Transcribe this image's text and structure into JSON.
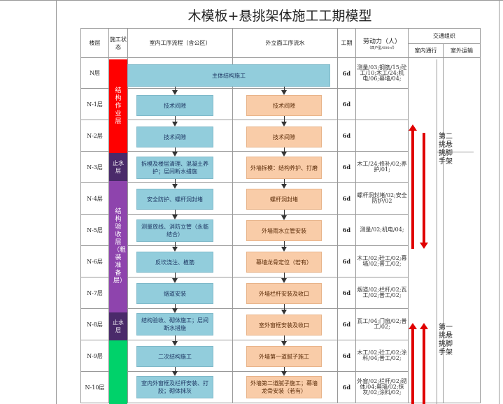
{
  "title": "木模板+悬挑架体施工工期模型",
  "header": {
    "floor": "楼层",
    "status": "施工状态",
    "indoor": "室内工序流程（含公区）",
    "outdoor": "外立面工序流水",
    "period": "工期",
    "labor": "劳动力（人）",
    "labor_sub": "（四户型/600㎡）",
    "traffic": "交通组织",
    "traffic_in": "室内通行",
    "traffic_out": "室外运输"
  },
  "rows": [
    {
      "floor": "N层",
      "period": "6d",
      "labor": "测量/03;钢筋/15;砼工/10;木工/24;机电/06;幕墙/04;"
    },
    {
      "floor": "N-1层",
      "period": "6d",
      "labor": ""
    },
    {
      "floor": "N-2层",
      "period": "6d",
      "labor": ""
    },
    {
      "floor": "N-3层",
      "period": "6d",
      "labor": "木工/24;修补/02;养护/01;"
    },
    {
      "floor": "N-4层",
      "period": "6d",
      "labor": "螺杆洞封堵/02;安全防护/02"
    },
    {
      "floor": "N-5层",
      "period": "6d",
      "labor": "测量/02;机电/04;"
    },
    {
      "floor": "N-6层",
      "period": "6d",
      "labor": "木工/02;砼工/02;幕墙/02;普工/02;"
    },
    {
      "floor": "N-7层",
      "period": "6d",
      "labor": "烟道/02;栏杆/02;瓦工/02;普工/02;"
    },
    {
      "floor": "N-8层",
      "period": "6d",
      "labor": "瓦工/04;门窗/02;普工/02;"
    },
    {
      "floor": "N-9层",
      "period": "6d",
      "labor": "木工/02;砼工/02;涂料/04;普工/02;"
    },
    {
      "floor": "N-10层",
      "period": "6d",
      "labor": "外窗/02;栏杆/02;砌体/04;幕墙/02;抹灰/02;涂料/02;"
    }
  ],
  "stages": {
    "s1": "结构作业层",
    "w1": "止水层",
    "s2": "结构验收层（粗装准备层）",
    "w2": "止水层"
  },
  "main_task": "主体结构施工",
  "indoor_tasks": [
    "技术间隙",
    "技术间隙",
    "拆模及楼层清理、混凝土养护；层间断水措施",
    "安全防护、螺杆洞封堵",
    "测量放线、消防立管（永临结合）",
    "反坎浇注、植筋",
    "烟道安装",
    "结构验收、砌体施工；层间断水措施",
    "二次结构施工",
    "室内外窗框及栏杆安装、打胶；砌体抹灰"
  ],
  "outdoor_tasks": [
    "技术间隙",
    "技术间隙",
    "外墙拆模：结构养护、打磨",
    "螺杆洞封堵",
    "外墙雨水立管安装",
    "幕墙龙骨定位（若有）",
    "外墙栏杆安装及收口",
    "室外窗框安装及收口",
    "外墙第一道腻子施工",
    "外墙第二道腻子施工；幕墙龙骨安装（若有）"
  ],
  "scaffold": {
    "second": "第二挑悬挑脚手架",
    "first": "第一挑悬挑脚手架"
  },
  "colors": {
    "red": "#ff0000",
    "purple": "#8e44ad",
    "dark_purple": "#4a2a6a",
    "green": "#00d26a",
    "blue_box": "#92cddc",
    "orange_box": "#f9cca8"
  }
}
